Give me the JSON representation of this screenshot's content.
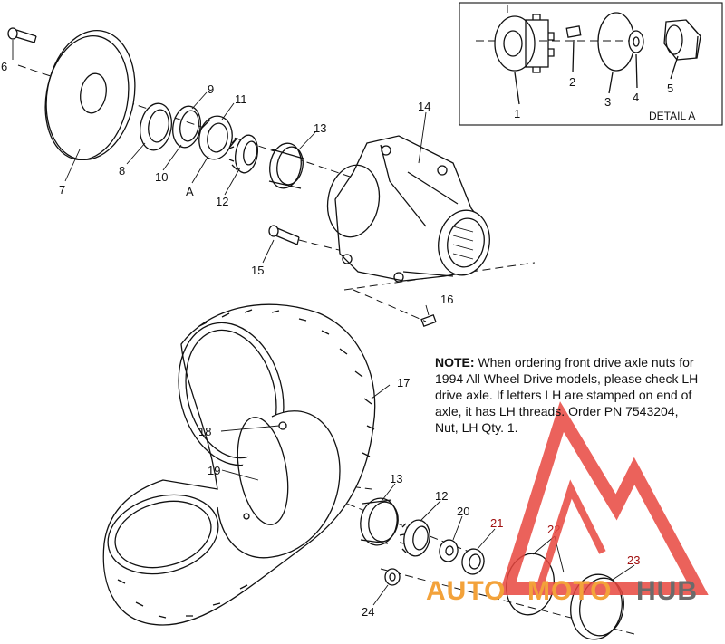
{
  "callouts": [
    {
      "id": "6",
      "label": "6"
    },
    {
      "id": "7",
      "label": "7"
    },
    {
      "id": "8",
      "label": "8"
    },
    {
      "id": "9",
      "label": "9"
    },
    {
      "id": "10",
      "label": "10"
    },
    {
      "id": "A",
      "label": "A"
    },
    {
      "id": "11",
      "label": "11"
    },
    {
      "id": "12a",
      "label": "12"
    },
    {
      "id": "13a",
      "label": "13"
    },
    {
      "id": "14",
      "label": "14"
    },
    {
      "id": "15",
      "label": "15"
    },
    {
      "id": "16",
      "label": "16"
    },
    {
      "id": "17",
      "label": "17"
    },
    {
      "id": "18",
      "label": "18"
    },
    {
      "id": "19",
      "label": "19"
    },
    {
      "id": "13b",
      "label": "13"
    },
    {
      "id": "12b",
      "label": "12"
    },
    {
      "id": "20",
      "label": "20"
    },
    {
      "id": "21",
      "label": "21"
    },
    {
      "id": "22",
      "label": "22"
    },
    {
      "id": "23",
      "label": "23"
    },
    {
      "id": "24",
      "label": "24"
    }
  ],
  "detail": {
    "title": "DETAIL A",
    "callouts": [
      {
        "id": "d1",
        "label": "1"
      },
      {
        "id": "d2",
        "label": "2"
      },
      {
        "id": "d3",
        "label": "3"
      },
      {
        "id": "d4",
        "label": "4"
      },
      {
        "id": "d5",
        "label": "5"
      }
    ]
  },
  "note": {
    "lead": "NOTE:",
    "lines": [
      " When ordering front drive axle nuts for",
      "1994 All Wheel Drive models, please check LH",
      "drive axle.  If letters LH are stamped on end of",
      "axle, it has LH threads.  Order PN 7543204,",
      "Nut, LH Qty. 1."
    ]
  },
  "watermark": {
    "part1": "AUTO",
    "part2": "MOTO",
    "part3": "HUB",
    "colors": {
      "red": "#e8473f",
      "orange": "#f3a23a",
      "gray": "#6b6b6b"
    }
  }
}
